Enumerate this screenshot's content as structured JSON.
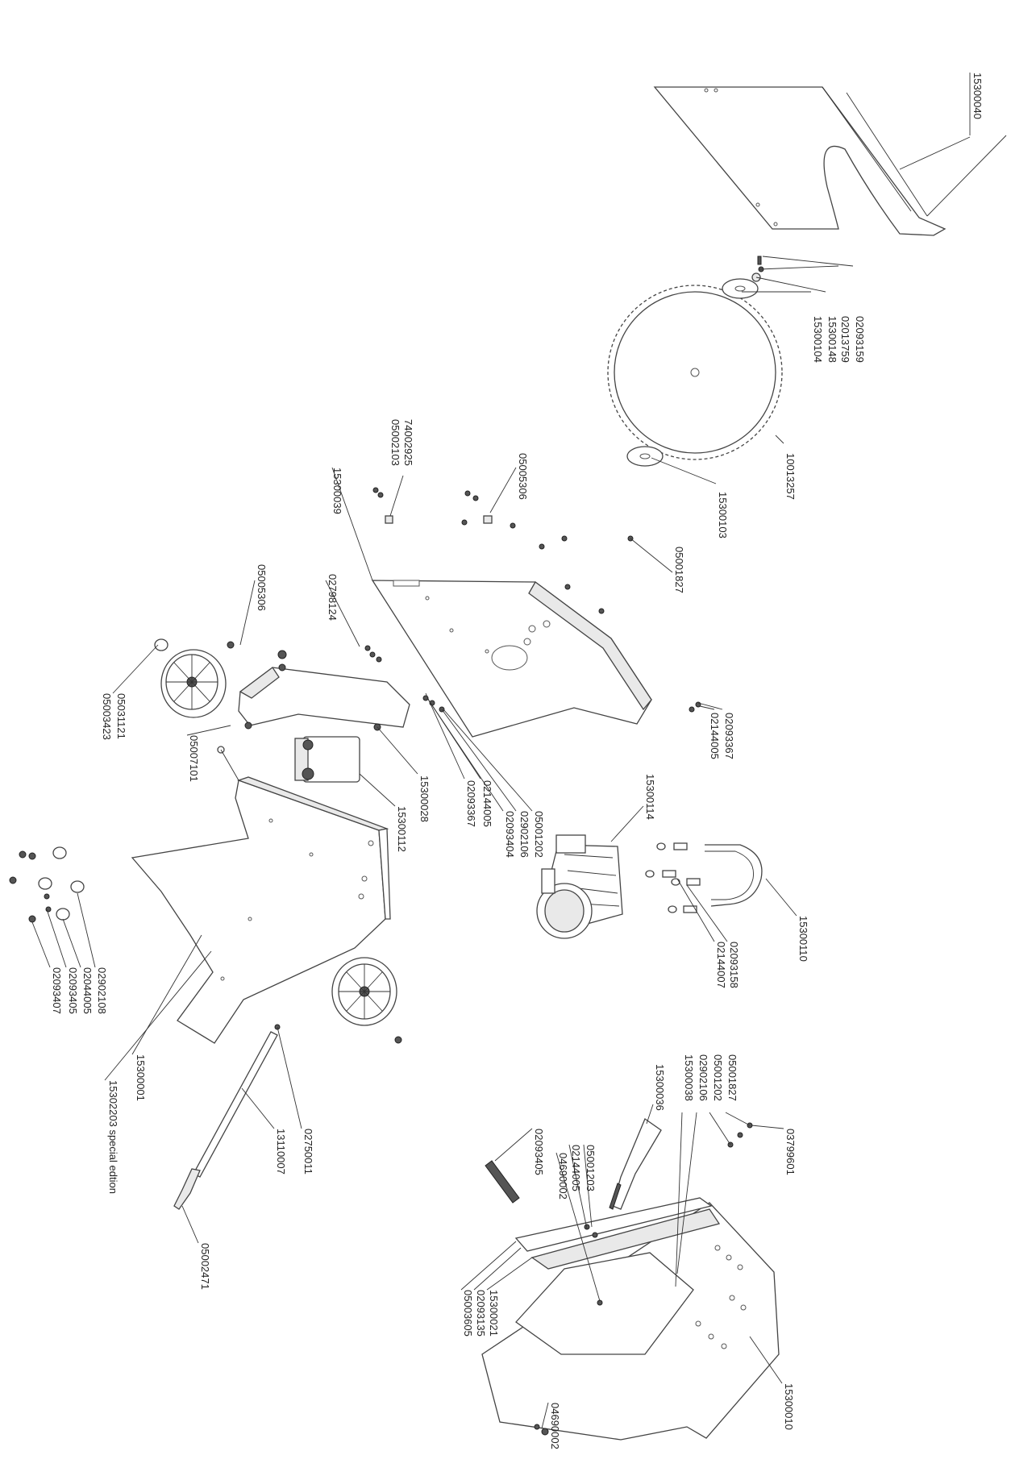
{
  "labels": [
    {
      "id": "l01",
      "text": "15300040"
    },
    {
      "id": "l02",
      "text": "02093159"
    },
    {
      "id": "l03",
      "text": "02013759"
    },
    {
      "id": "l04",
      "text": "15300148"
    },
    {
      "id": "l05",
      "text": "15300104"
    },
    {
      "id": "l06",
      "text": "10013257"
    },
    {
      "id": "l07",
      "text": "15300103"
    },
    {
      "id": "l08",
      "text": "05001827"
    },
    {
      "id": "l09",
      "text": "05005306"
    },
    {
      "id": "l10",
      "text": "74002925"
    },
    {
      "id": "l11",
      "text": "05002103"
    },
    {
      "id": "l12",
      "text": "15300039"
    },
    {
      "id": "l13",
      "text": "02798124"
    },
    {
      "id": "l14",
      "text": "05005306"
    },
    {
      "id": "l15",
      "text": "05031121"
    },
    {
      "id": "l16",
      "text": "05003423"
    },
    {
      "id": "l17",
      "text": "05007101"
    },
    {
      "id": "l18",
      "text": "15300028"
    },
    {
      "id": "l19",
      "text": "02144005"
    },
    {
      "id": "l20",
      "text": "02093367"
    },
    {
      "id": "l21",
      "text": "15300112"
    },
    {
      "id": "l22",
      "text": "02093367"
    },
    {
      "id": "l23",
      "text": "02144005"
    },
    {
      "id": "l24",
      "text": "15300114"
    },
    {
      "id": "l25",
      "text": "05001202"
    },
    {
      "id": "l26",
      "text": "02902106"
    },
    {
      "id": "l27",
      "text": "02093404"
    },
    {
      "id": "l28",
      "text": "15300110"
    },
    {
      "id": "l29",
      "text": "02093158"
    },
    {
      "id": "l30",
      "text": "02144007"
    },
    {
      "id": "l31",
      "text": "02902108"
    },
    {
      "id": "l32",
      "text": "02044005"
    },
    {
      "id": "l33",
      "text": "02093405"
    },
    {
      "id": "l34",
      "text": "02093407"
    },
    {
      "id": "l35",
      "text": "15300001"
    },
    {
      "id": "l36",
      "text": "15302203 special edtion"
    },
    {
      "id": "l37",
      "text": "02750011"
    },
    {
      "id": "l38",
      "text": "13110007"
    },
    {
      "id": "l39",
      "text": "05002471"
    },
    {
      "id": "l40",
      "text": "15300036"
    },
    {
      "id": "l41",
      "text": "05001827"
    },
    {
      "id": "l42",
      "text": "05001202"
    },
    {
      "id": "l43",
      "text": "02902106"
    },
    {
      "id": "l44",
      "text": "15300038"
    },
    {
      "id": "l45",
      "text": "03799601"
    },
    {
      "id": "l46",
      "text": "02093405"
    },
    {
      "id": "l47",
      "text": "05001203"
    },
    {
      "id": "l48",
      "text": "02144005"
    },
    {
      "id": "l49",
      "text": "04690002"
    },
    {
      "id": "l50",
      "text": "15300021"
    },
    {
      "id": "l51",
      "text": "02093135"
    },
    {
      "id": "l52",
      "text": "05003605"
    },
    {
      "id": "l53",
      "text": "04690002"
    },
    {
      "id": "l54",
      "text": "15300010"
    }
  ]
}
